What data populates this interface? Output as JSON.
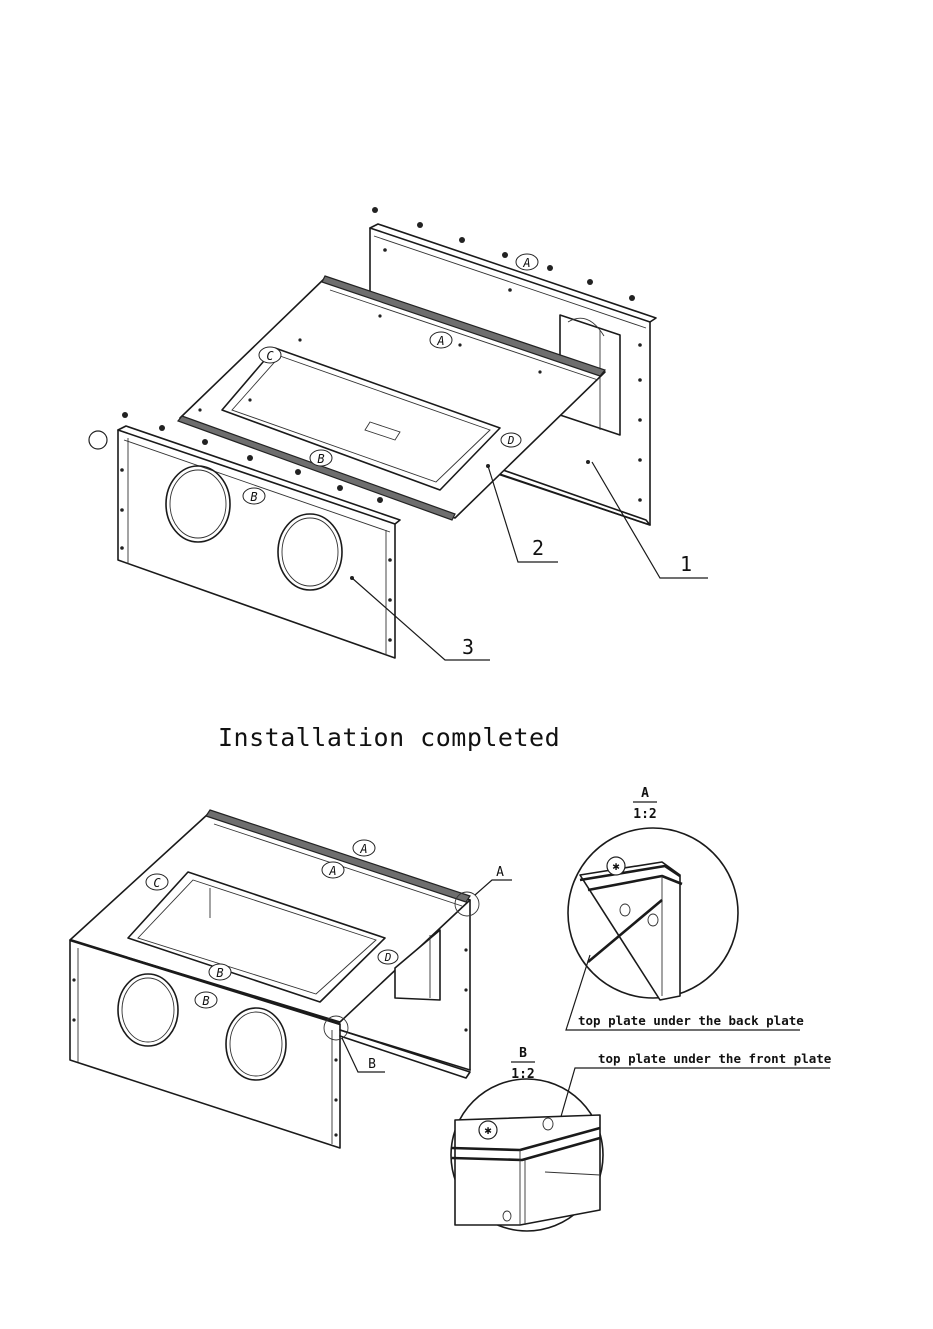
{
  "parts": {
    "labels": [
      "1",
      "2",
      "3"
    ]
  },
  "tags": {
    "A": "A",
    "B": "B",
    "C": "C",
    "D": "D"
  },
  "title": "Installation completed",
  "detail_a": {
    "callout": "A",
    "name": "A",
    "scale": "1:2",
    "note": "top plate under the back plate"
  },
  "detail_b": {
    "callout": "B",
    "name": "B",
    "scale": "1:2",
    "note": "top plate under the front  plate"
  }
}
